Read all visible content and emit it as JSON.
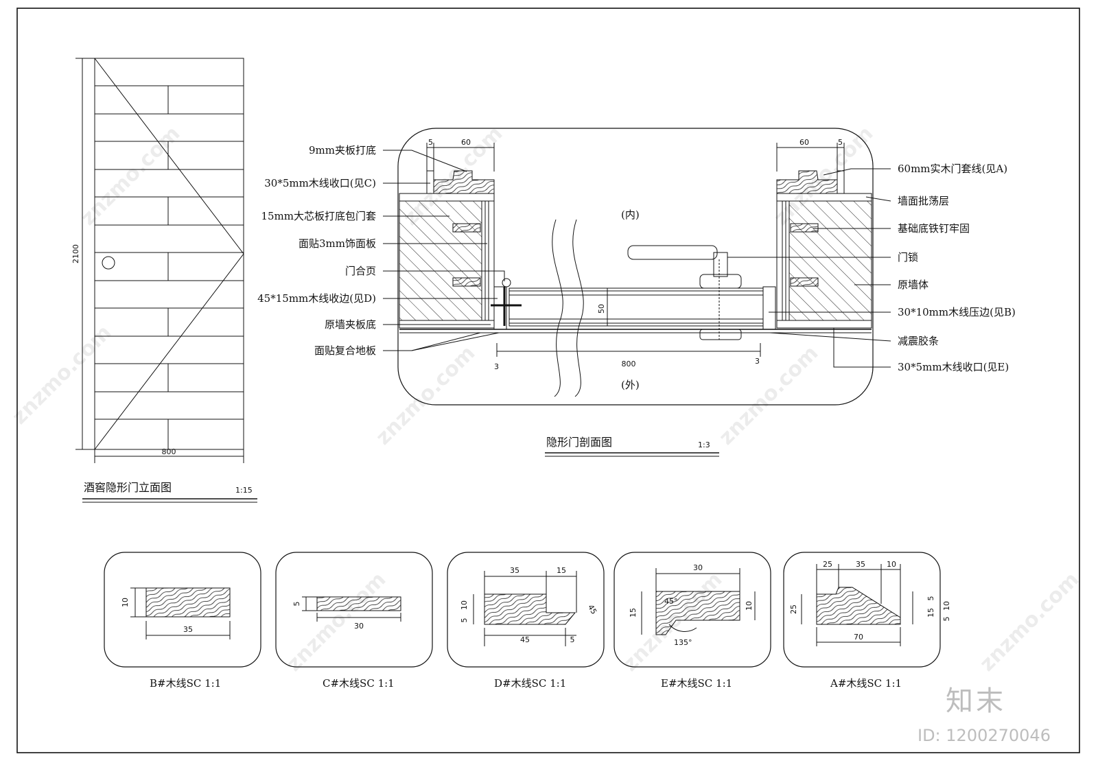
{
  "elevation": {
    "title": "酒窖隐形门立面图",
    "scale": "1:15",
    "dim_height": "2100",
    "dim_width": "800"
  },
  "section": {
    "title": "隐形门剖面图",
    "scale": "1:3",
    "inside_label": "(内)",
    "outside_label": "(外)",
    "dims": {
      "left_5": "5",
      "left_60": "60",
      "right_60": "60",
      "right_5": "5",
      "door_thickness": "50",
      "door_width": "800",
      "gap_left": "3",
      "gap_right": "3"
    },
    "left_labels": [
      "9mm夹板打底",
      "30*5mm木线收口(见C)",
      "15mm大芯板打底包门套",
      "面贴3mm饰面板",
      "门合页",
      "45*15mm木线收边(见D)",
      "原墙夹板底",
      "面贴复合地板"
    ],
    "right_labels": [
      "60mm实木门套线(见A)",
      "墙面批荡层",
      "基础底铁钉牢固",
      "门锁",
      "原墙体",
      "30*10mm木线压边(见B)",
      "减震胶条",
      "30*5mm木线收口(见E)"
    ]
  },
  "profiles": [
    {
      "caption": "B#木线SC 1:1",
      "dims": [
        "10",
        "35"
      ]
    },
    {
      "caption": "C#木线SC 1:1",
      "dims": [
        "5",
        "30"
      ]
    },
    {
      "caption": "D#木线SC 1:1",
      "dims": [
        "35",
        "15",
        "10",
        "5",
        "45",
        "5",
        "45"
      ]
    },
    {
      "caption": "E#木线SC 1:1",
      "dims": [
        "30",
        "15",
        "10",
        "45°",
        "135°"
      ]
    },
    {
      "caption": "A#木线SC 1:1",
      "dims": [
        "25",
        "35",
        "10",
        "25",
        "5",
        "15",
        "5",
        "10",
        "70"
      ]
    }
  ],
  "watermark": {
    "text": "znzmo.com",
    "brand": "知末",
    "id": "ID: 1200270046"
  }
}
